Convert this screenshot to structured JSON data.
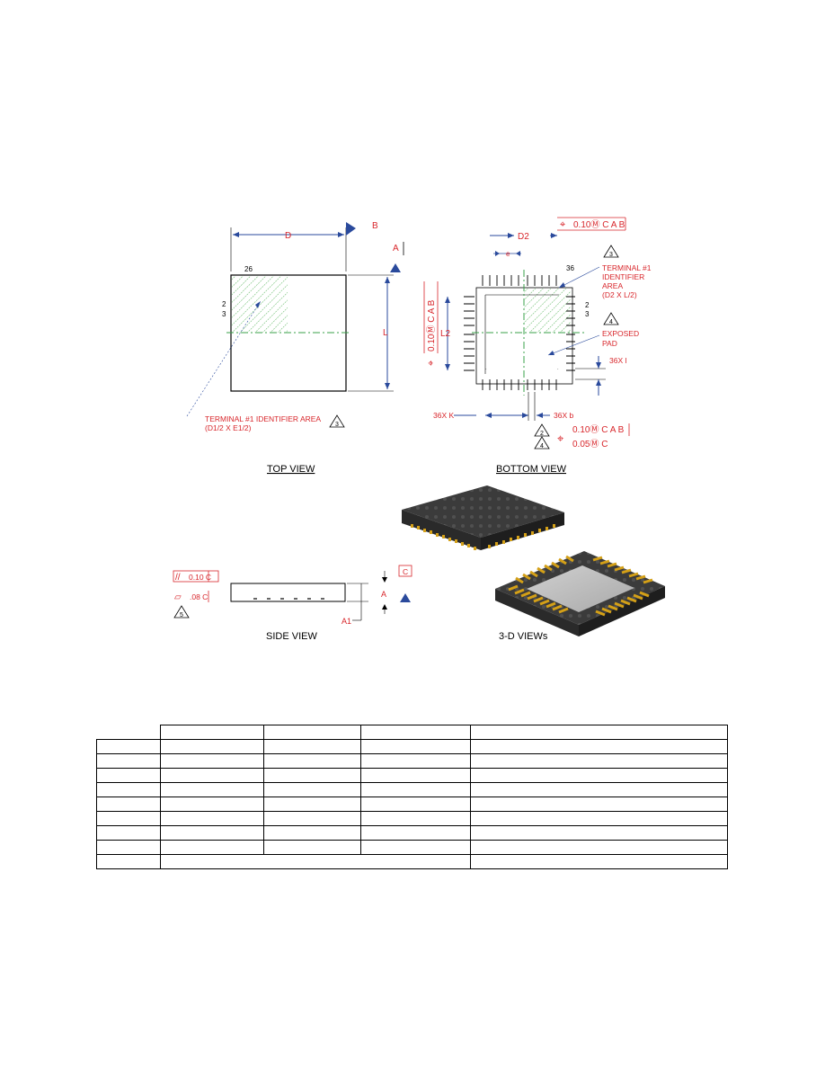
{
  "colors": {
    "dimension_red": "#d8262b",
    "arrow_blue": "#2a4a9c",
    "hatch_green": "#4caf50",
    "centerline_green": "#3aa04a"
  },
  "top_view": {
    "title": "TOP VIEW",
    "dim_D": "D",
    "dim_B": "B",
    "dim_A": "A",
    "dim_L": "L",
    "pin_first": "26",
    "pin_2": "2",
    "pin_3": "3",
    "identifier_line1": "TERMINAL #1 IDENTIFIER AREA",
    "identifier_line2": "(D1/2 X E1/2)",
    "note_ref": "3"
  },
  "bottom_view": {
    "title": "BOTTOM VIEW",
    "dim_D2": "D2",
    "dim_L2": "L2",
    "dim_e": "e",
    "pin_36": "36",
    "pin_2": "2",
    "pin_3": "3",
    "fcf_top": "0.10Ⓜ C A B",
    "fcf_left": "0.10Ⓜ C A B",
    "terminal_label_line1": "TERMINAL #1",
    "terminal_label_line2": "IDENTIFIER",
    "terminal_label_line3": "AREA",
    "terminal_label_line4": "(D2 X L/2)",
    "exposed_line1": "EXPOSED",
    "exposed_line2": "PAD",
    "dim_36xl": "36X l",
    "dim_36xk": "36X K",
    "dim_36xb": "36X b",
    "fcf_bottom1": "0.10Ⓜ C A B",
    "fcf_bottom2": "0.05Ⓜ C",
    "note_a": "3",
    "note_b": "4",
    "note_c": "2"
  },
  "side_view": {
    "title": "SIDE VIEW",
    "fcf1": "0.10 C",
    "fcf2": ".08 C",
    "dim_A": "A",
    "dim_A1": "A1",
    "datum_C": "C",
    "note_ref": "5"
  },
  "three_d": {
    "title": "3-D VIEWs"
  }
}
